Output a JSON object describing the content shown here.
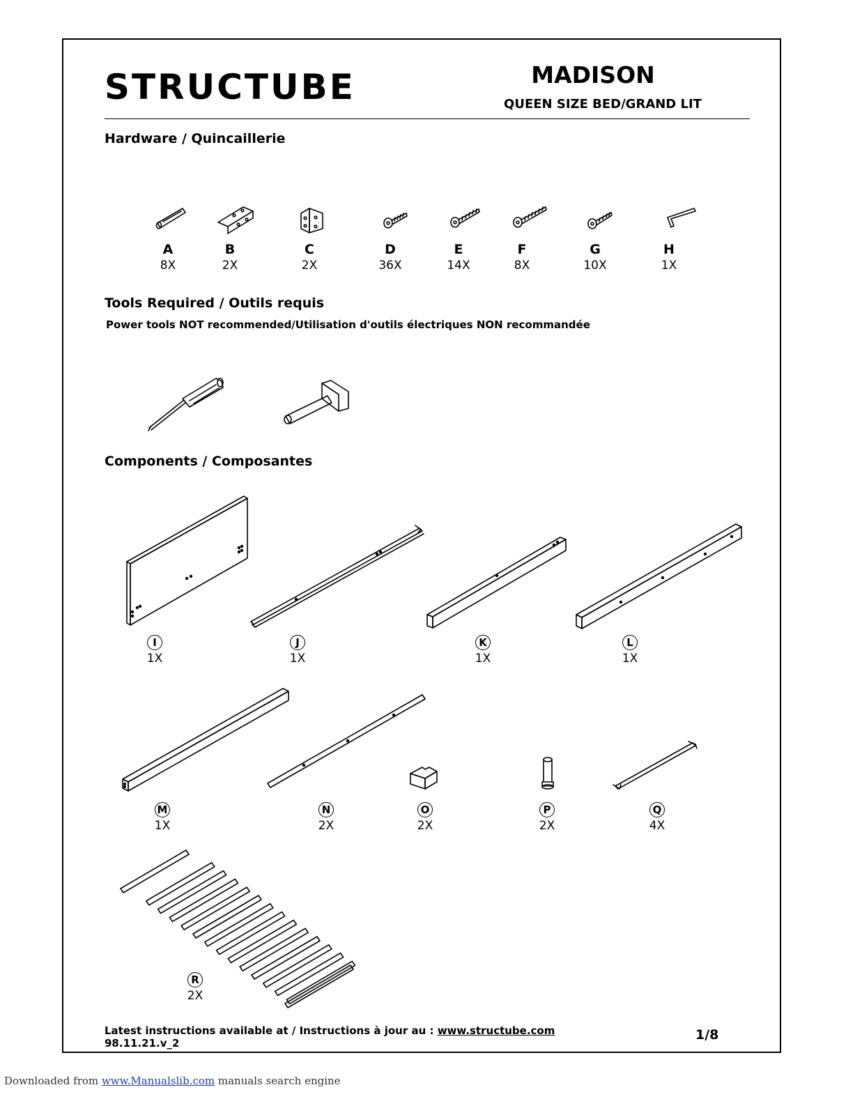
{
  "header": {
    "brand": "STRUCTUBE",
    "product": "MADISON",
    "subtitle": "QUEEN SIZE BED/GRAND LIT"
  },
  "hardware": {
    "heading": "Hardware / Quincaillerie",
    "items": [
      {
        "letter": "A",
        "qty": "8X",
        "icon": "dowel-icon"
      },
      {
        "letter": "B",
        "qty": "2X",
        "icon": "angle-bracket-icon"
      },
      {
        "letter": "C",
        "qty": "2X",
        "icon": "hinge-plate-icon"
      },
      {
        "letter": "D",
        "qty": "36X",
        "icon": "screw-icon"
      },
      {
        "letter": "E",
        "qty": "14X",
        "icon": "screw-icon"
      },
      {
        "letter": "F",
        "qty": "8X",
        "icon": "screw-icon"
      },
      {
        "letter": "G",
        "qty": "10X",
        "icon": "screw-icon"
      },
      {
        "letter": "H",
        "qty": "1X",
        "icon": "allen-key-icon"
      }
    ]
  },
  "tools": {
    "heading": "Tools Required / Outils requis",
    "note": "Power tools NOT recommended/Utilisation d'outils électriques NON recommandée",
    "items": [
      {
        "icon": "screwdriver-icon"
      },
      {
        "icon": "hammer-icon"
      }
    ]
  },
  "components": {
    "heading": "Components / Composantes",
    "items": [
      {
        "letter": "I",
        "qty": "1X"
      },
      {
        "letter": "J",
        "qty": "1X"
      },
      {
        "letter": "K",
        "qty": "1X"
      },
      {
        "letter": "L",
        "qty": "1X"
      },
      {
        "letter": "M",
        "qty": "1X"
      },
      {
        "letter": "N",
        "qty": "2X"
      },
      {
        "letter": "O",
        "qty": "2X"
      },
      {
        "letter": "P",
        "qty": "2X"
      },
      {
        "letter": "Q",
        "qty": "4X"
      },
      {
        "letter": "R",
        "qty": "2X"
      }
    ]
  },
  "footer": {
    "latest_prefix": "Latest instructions available at / Instructions à jour au : ",
    "url": "www.structube.com",
    "version": "98.11.21.v_2",
    "page": "1/8"
  },
  "download": {
    "prefix": "Downloaded from ",
    "site": "www.Manualslib.com",
    "suffix": " manuals search engine"
  }
}
